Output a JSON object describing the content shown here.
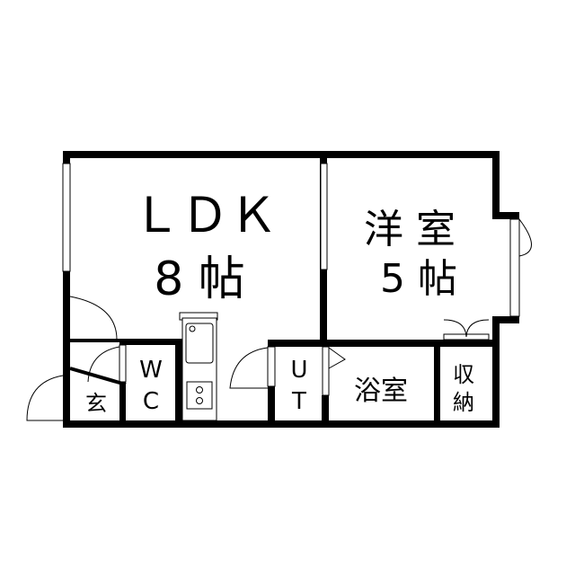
{
  "rooms": {
    "ldk": {
      "name": "ＬＤＫ",
      "size": "8 帖"
    },
    "western": {
      "name": "洋 室",
      "size": "5 帖"
    },
    "wc": {
      "line1": "W",
      "line2": "C"
    },
    "entrance": {
      "name": "玄"
    },
    "ut": {
      "line1": "U",
      "line2": "T"
    },
    "bath": {
      "name": "浴室"
    },
    "storage": {
      "line1": "収",
      "line2": "納"
    }
  }
}
